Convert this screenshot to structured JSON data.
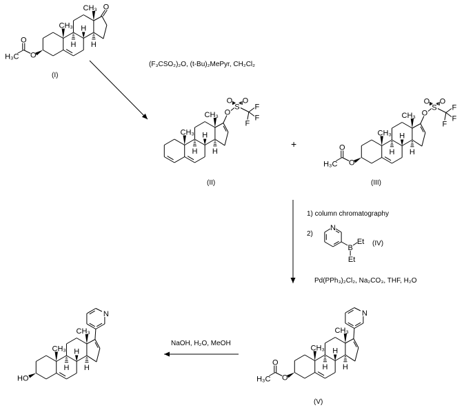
{
  "atoms": {
    "methyl": "CH₃",
    "h": "H",
    "o": "O",
    "s": "S",
    "f": "F",
    "n": "N",
    "acetyl_methyl": "H₃C",
    "hydroxyl": "HO",
    "boron": "B",
    "ethyl": "Et"
  },
  "compounds": {
    "I": "(I)",
    "II": "(II)",
    "III": "(III)",
    "IV": "(IV)",
    "V": "(V)"
  },
  "plus": "+",
  "step1": {
    "reagents": "(F₃CSO₂)₂O, (t-Bu)₂MePyr, CH₂Cl₂"
  },
  "step2": {
    "line1": "1) column chromatography",
    "line2": "2)",
    "conditions": "Pd(PPh₃)₂Cl₂, Na₂CO₃, THF, H₂O"
  },
  "step3": {
    "reagents": "NaOH, H₂O, MeOH"
  }
}
